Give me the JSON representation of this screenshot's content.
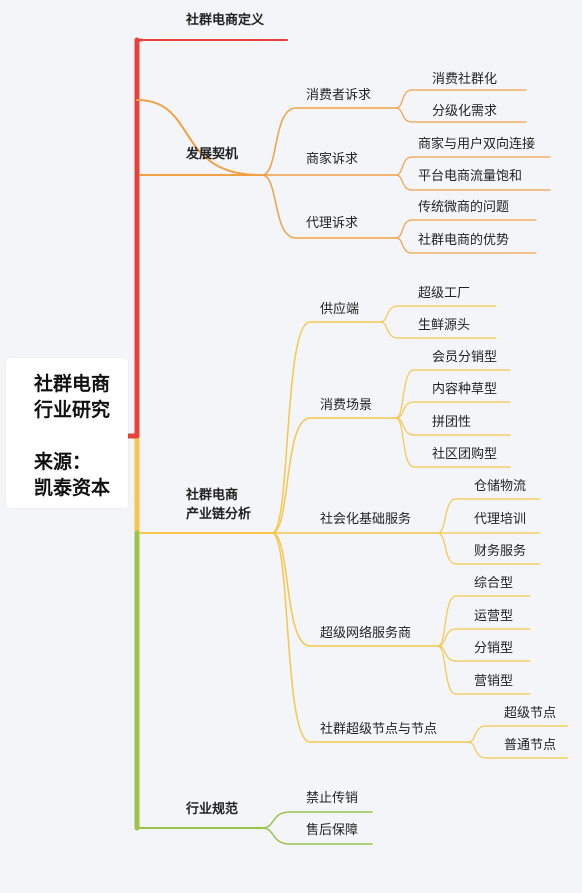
{
  "root": {
    "lines": [
      "社群电商",
      "行业研究",
      "来源：",
      "凯泰资本"
    ]
  },
  "colors": {
    "red": "#e8413a",
    "orange": "#f0a146",
    "yellow": "#f7c64b",
    "green": "#9bc24a"
  },
  "branches": {
    "definition": {
      "label": "社群电商定义"
    },
    "opportunity": {
      "label": "发展契机",
      "children": [
        {
          "label": "消费者诉求",
          "children": [
            "消费社群化",
            "分级化需求"
          ]
        },
        {
          "label": "商家诉求",
          "children": [
            "商家与用户双向连接",
            "平台电商流量饱和"
          ]
        },
        {
          "label": "代理诉求",
          "children": [
            "传统微商的问题",
            "社群电商的优势"
          ]
        }
      ]
    },
    "chain": {
      "label_lines": [
        "社群电商",
        "产业链分析"
      ],
      "children": [
        {
          "label": "供应端",
          "children": [
            "超级工厂",
            "生鲜源头"
          ]
        },
        {
          "label": "消费场景",
          "children": [
            "会员分销型",
            "内容种草型",
            "拼团性",
            "社区团购型"
          ]
        },
        {
          "label": "社会化基础服务",
          "children": [
            "仓储物流",
            "代理培训",
            "财务服务"
          ]
        },
        {
          "label": "超级网络服务商",
          "children": [
            "综合型",
            "运营型",
            "分销型",
            "营销型"
          ]
        },
        {
          "label": "社群超级节点与节点",
          "children": [
            "超级节点",
            "普通节点"
          ]
        }
      ]
    },
    "regulation": {
      "label": "行业规范",
      "children": [
        "禁止传销",
        "售后保障"
      ]
    }
  }
}
